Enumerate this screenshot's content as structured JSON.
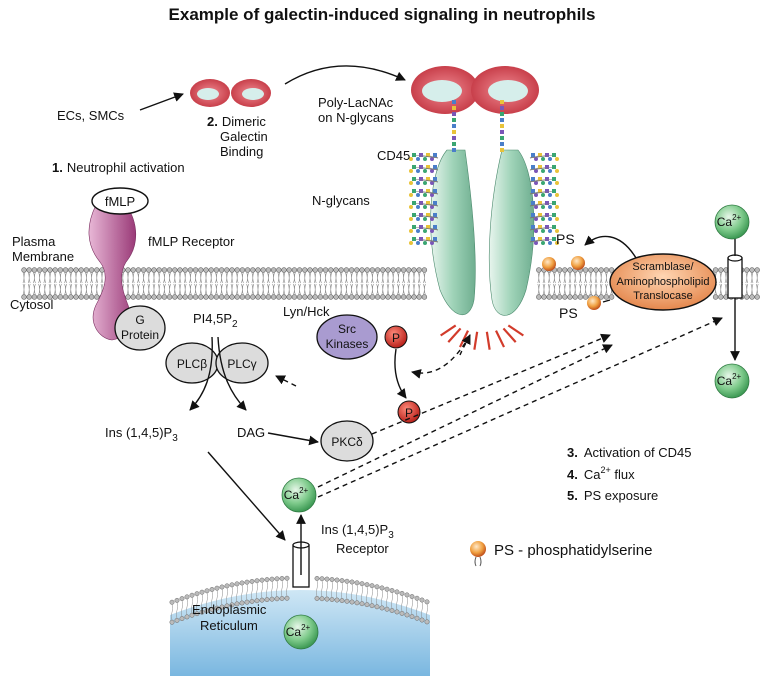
{
  "title": "Example of galectin-induced signaling in neutrophils",
  "labels": {
    "ecs_smcs": "ECs, SMCs",
    "step2_num": "2.",
    "step2_line1": "Dimeric",
    "step2_line2": "Galectin",
    "step2_line3": "Binding",
    "step1_num": "1.",
    "step1_text": "Neutrophil activation",
    "polylacnac_line1": "Poly-LacNAc",
    "polylacnac_line2": "on N-glycans",
    "cd45": "CD45",
    "nglycans": "N-glycans",
    "fmlp": "fMLP",
    "fmlp_receptor": "fMLP Receptor",
    "plasma_line1": "Plasma",
    "plasma_line2": "Membrane",
    "cytosol": "Cytosol",
    "g_protein_line1": "G",
    "g_protein_line2": "Protein",
    "pi45p2_main": "PI4,5P",
    "pi45p2_sub": "2",
    "lyn_hck": "Lyn/Hck",
    "src_line1": "Src",
    "src_line2": "Kinases",
    "p": "P",
    "plcb": "PLCβ",
    "plcg": "PLCγ",
    "ins_main": "Ins (1,4,5)P",
    "ins_sub": "3",
    "dag": "DAG",
    "pkcd": "PKCδ",
    "ca": "Ca",
    "ca_sup": "2+",
    "ps": "PS",
    "scramblase_line1": "Scramblase/",
    "scramblase_line2": "Aminophospholipid",
    "scramblase_line3": "Translocase",
    "ins_receptor_line1_main": "Ins (1,4,5)P",
    "ins_receptor_line1_sub": "3",
    "ins_receptor_line2": "Receptor",
    "er_line1": "Endoplasmic",
    "er_line2": "Reticulum",
    "legend3_num": "3.",
    "legend3_text": "Activation of CD45",
    "legend4_num": "4.",
    "legend4_text_main": "Ca",
    "legend4_text_sup": "2+",
    "legend4_text_tail": " flux",
    "legend5_num": "5.",
    "legend5_text": "PS exposure",
    "ps_legend": "PS - phosphatidylserine"
  },
  "colors": {
    "galectin_red": "#d64550",
    "galectin_core": "#cfe8e6",
    "cd45_green": "#a9d9c2",
    "receptor_purple": "#b0518f",
    "src_purple": "#a99bd0",
    "gray_protein": "#dcdcdc",
    "phospho_red": "#d23b2b",
    "scramblase_orange": "#e9935a",
    "calcium_green": "#6cc07a",
    "er_blue": "#8cc3e6",
    "membrane_gray": "#8a8a8a"
  }
}
